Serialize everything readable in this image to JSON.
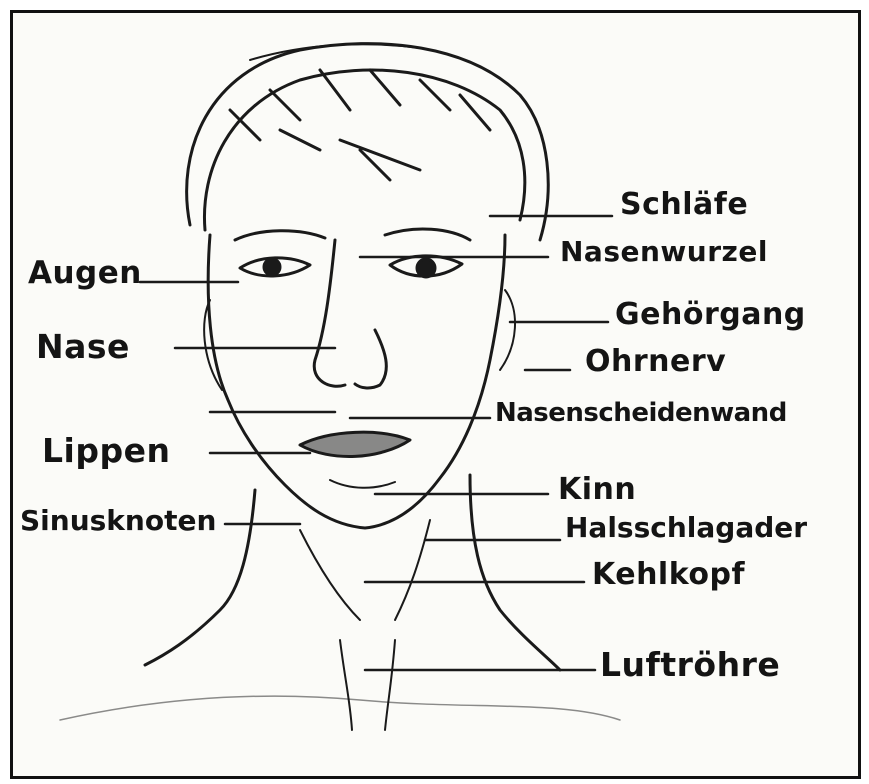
{
  "labels": {
    "augen": "Augen",
    "nase": "Nase",
    "lippen": "Lippen",
    "sinusknoten": "Sinusknoten",
    "schlaefe": "Schläfe",
    "nasenwurzel": "Nasenwurzel",
    "gehoergang": "Gehörgang",
    "ohrnerv": "Ohrnerv",
    "nasenscheidewand": "Nasenscheidenwand",
    "kinn": "Kinn",
    "halsschlagader": "Halsschlagader",
    "kehlkopf": "Kehlkopf",
    "luftroehre": "Luftröhre"
  },
  "colors": {
    "ink": "#141414",
    "paper": "#fbfbf8"
  }
}
